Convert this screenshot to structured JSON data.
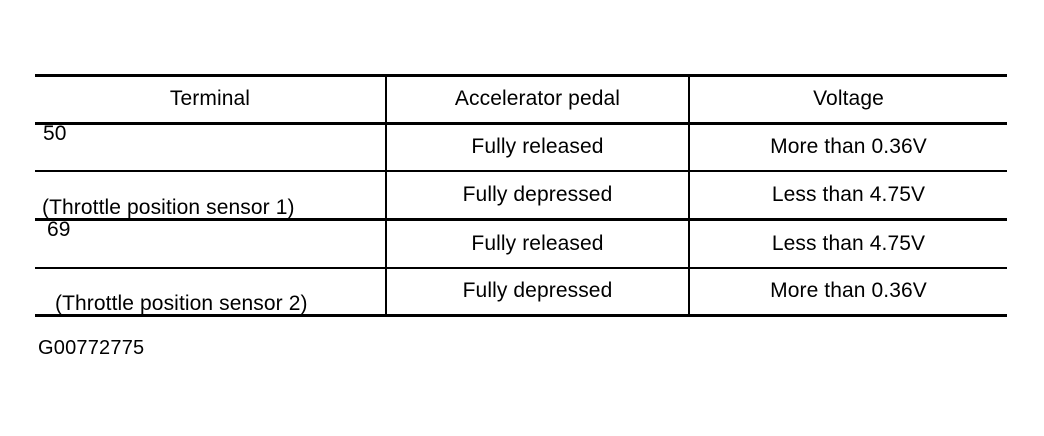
{
  "figure": {
    "caption": "G00772775",
    "background_color": "#ffffff",
    "rule_color": "#000000"
  },
  "table": {
    "headers": [
      "Terminal",
      "Accelerator pedal",
      "Voltage"
    ],
    "groups": [
      {
        "terminal_number": "50",
        "terminal_description": "(Throttle position sensor 1)",
        "rows": [
          {
            "pedal": "Fully released",
            "voltage": "More than 0.36V"
          },
          {
            "pedal": "Fully depressed",
            "voltage": "Less than 4.75V"
          }
        ]
      },
      {
        "terminal_number": "69",
        "terminal_description": "(Throttle position sensor 2)",
        "rows": [
          {
            "pedal": "Fully released",
            "voltage": "Less than 4.75V"
          },
          {
            "pedal": "Fully depressed",
            "voltage": "More than 0.36V"
          }
        ]
      }
    ]
  }
}
